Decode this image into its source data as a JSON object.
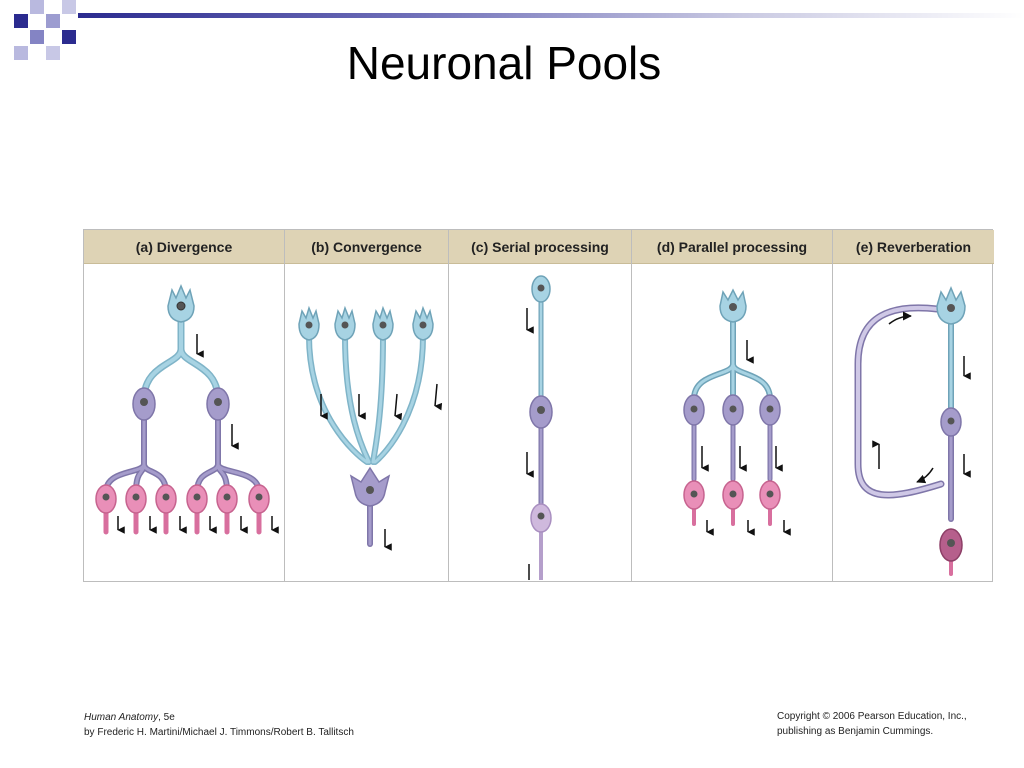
{
  "slide": {
    "title": "Neuronal Pools"
  },
  "panels": [
    {
      "label": "(a) Divergence"
    },
    {
      "label": "(b) Convergence"
    },
    {
      "label": "(c) Serial processing"
    },
    {
      "label": "(d) Parallel processing"
    },
    {
      "label": "(e) Reverberation"
    }
  ],
  "colors": {
    "blue_neuron": "#a7d3e3",
    "purple_neuron": "#a59ccb",
    "pink_neuron": "#e98fb8",
    "lavender_neuron": "#cfb9dd",
    "header_band": "#ded3b5"
  },
  "footer": {
    "book_title": "Human Anatomy",
    "book_edition": ", 5e",
    "authors": "by Frederic H. Martini/Michael J. Timmons/Robert B. Tallitsch",
    "copyright_line1": "Copyright © 2006 Pearson Education, Inc.,",
    "copyright_line2": "publishing as Benjamin Cummings."
  }
}
